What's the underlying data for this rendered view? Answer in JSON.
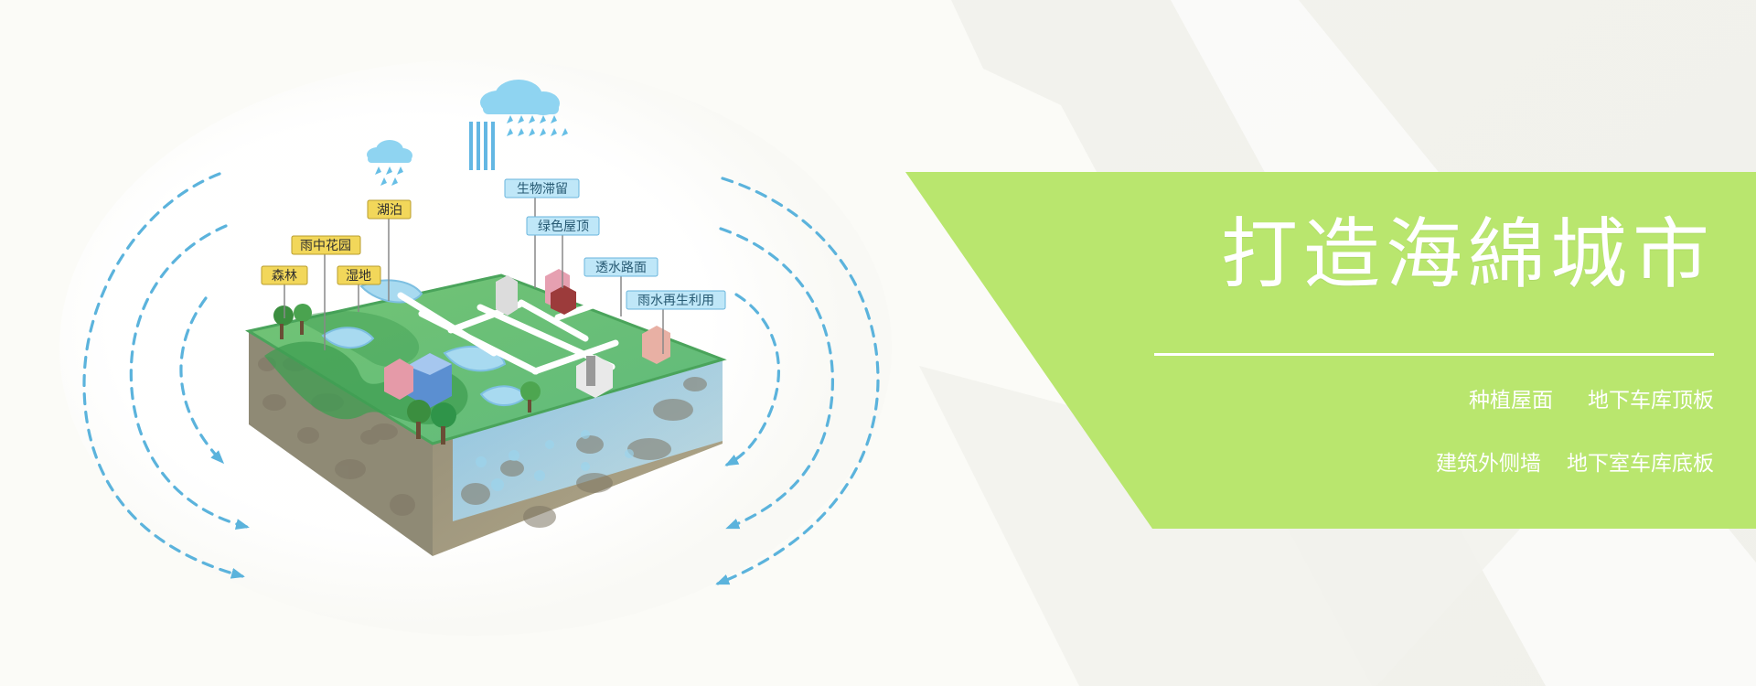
{
  "banner": {
    "title": "打造海綿城市",
    "features_row_1": [
      "种植屋面",
      "地下车库顶板"
    ],
    "features_row_2": [
      "建筑外侧墙",
      "地下室车库底板"
    ]
  },
  "diagram_labels": {
    "forest": "森林",
    "rain_garden": "雨中花园",
    "wetland": "湿地",
    "lake": "湖泊",
    "bio_retention": "生物滞留",
    "green_roof": "绿色屋顶",
    "permeable_pavement": "透水路面",
    "rainwater_reuse": "雨水再生利用"
  },
  "icons": [
    "rain-cloud-icon",
    "small-rain-cloud-icon",
    "dashed-arrow-icon"
  ],
  "colors": {
    "green_panel": "#b9e66e",
    "green_land": "#67c37b",
    "water": "#8fc8ea",
    "soil": "#a59a80",
    "arrow_blue": "#5bb3dc"
  }
}
